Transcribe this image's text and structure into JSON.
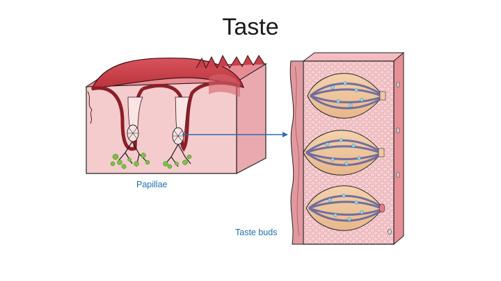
{
  "slide": {
    "title": "Taste"
  },
  "labels": {
    "papillae": "Papillae",
    "taste_buds": "Taste buds"
  },
  "colors": {
    "label_text": "#1f6fb0",
    "arrow": "#2a6db5",
    "tissue_light": "#f3c6c8",
    "tissue_dark": "#c9414a",
    "bud_blue": "#5c5f9e",
    "bud_tan": "#f1cda4",
    "nerve_green": "#7cc144"
  }
}
